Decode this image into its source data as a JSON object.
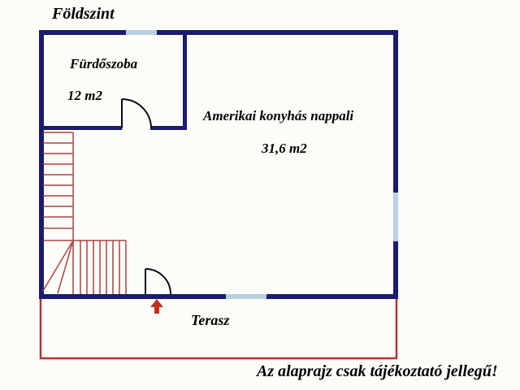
{
  "title": "Földszint",
  "rooms": {
    "bathroom": {
      "name": "Fürdőszoba",
      "area": "12 m2"
    },
    "living": {
      "name": "Amerikai konyhás nappali",
      "area": "31,6 m2"
    },
    "terrace": {
      "name": "Terasz"
    }
  },
  "disclaimer": "Az alaprajz csak tájékoztató jellegű!",
  "icons": {
    "entry_arrow": "up-arrow-entry-marker"
  },
  "colors": {
    "wall": "#1b1b6f",
    "window": "#bacfe0",
    "stairs": "#ad4540",
    "terrace_outline": "#b13535",
    "arrow": "#c2301f",
    "background": "#fcfcf8",
    "text": "#000000"
  }
}
